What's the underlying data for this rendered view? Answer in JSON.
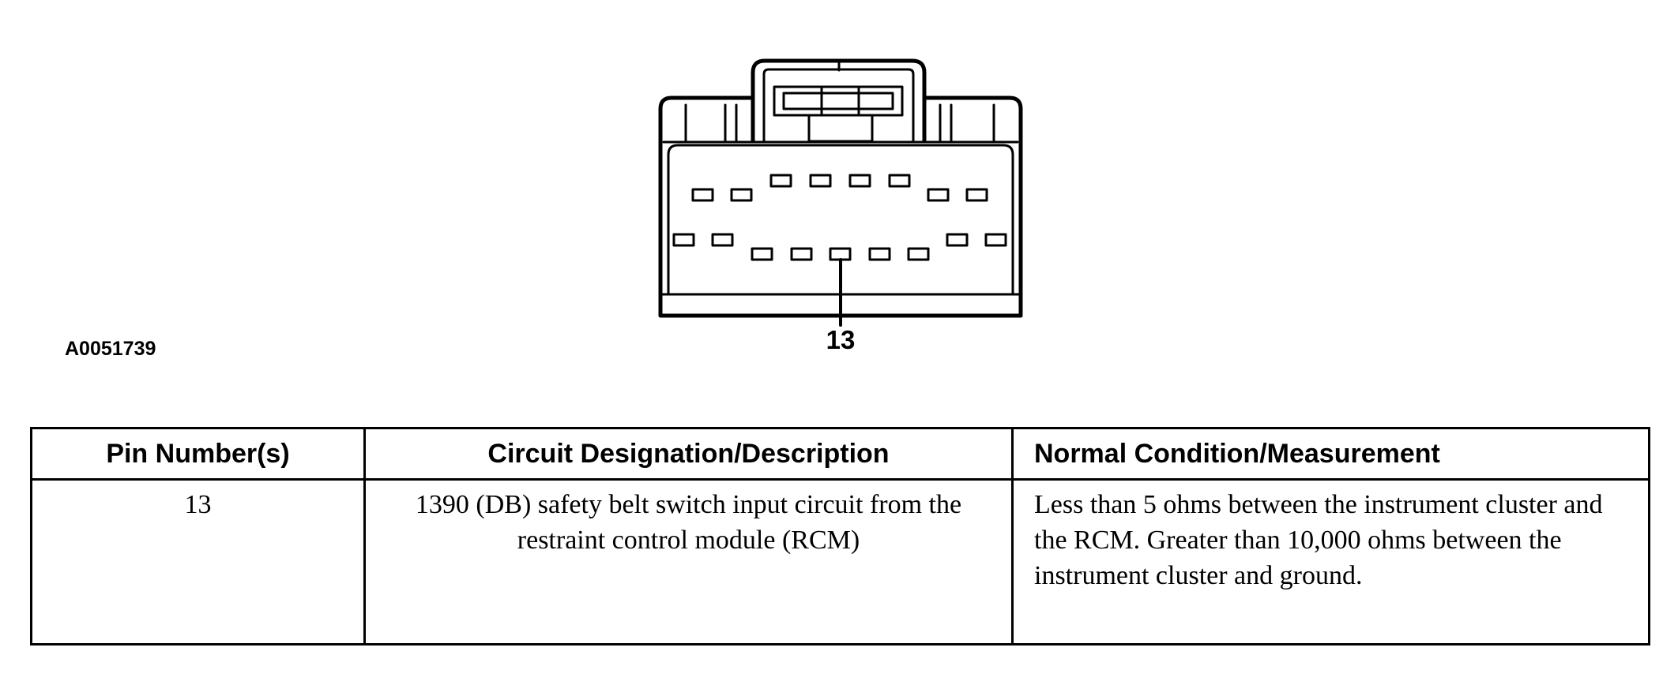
{
  "figure": {
    "id": "A0051739",
    "callout_label": "13"
  },
  "table": {
    "headers": [
      "Pin Number(s)",
      "Circuit Designation/Description",
      "Normal Condition/Measurement"
    ],
    "rows": [
      {
        "pin": "13",
        "circuit": "1390 (DB) safety belt switch input circuit from the restraint control module (RCM)",
        "measurement": "Less than 5 ohms between the instrument cluster and the RCM. Greater than 10,000 ohms between the instrument cluster and ground."
      }
    ]
  }
}
